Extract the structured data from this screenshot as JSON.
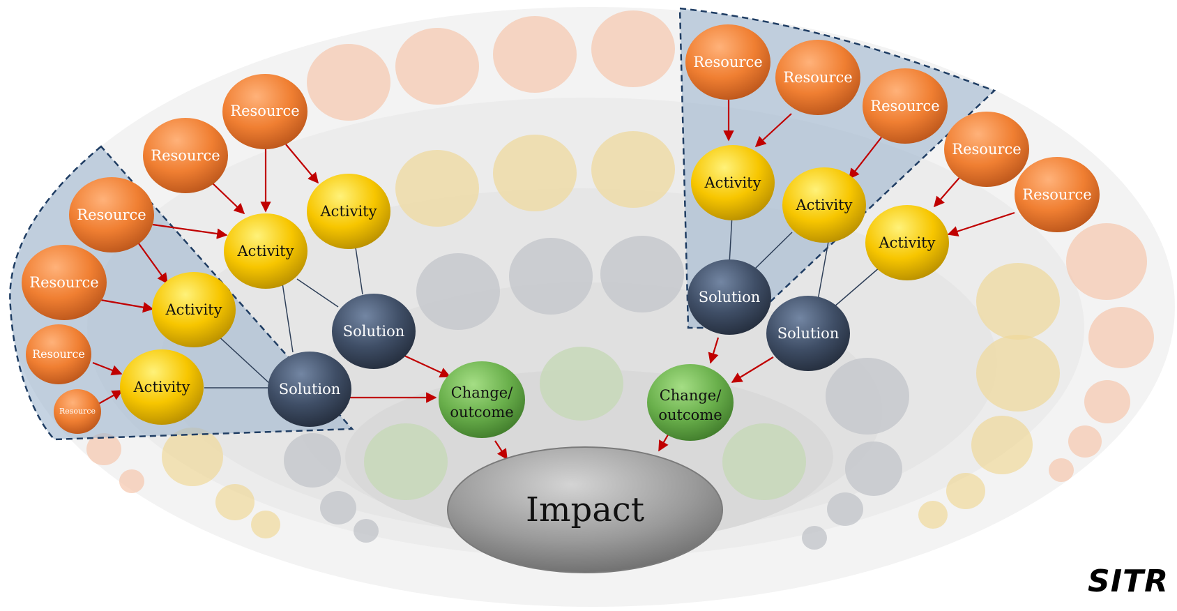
{
  "diagram": {
    "impact_label": "Impact",
    "brand": "SITR",
    "nodes": {
      "resource": "Resource",
      "activity": "Activity",
      "solution": "Solution",
      "change_line1": "Change/",
      "change_line2": "outcome"
    },
    "colors": {
      "resource": "#f07f32",
      "activity": "#f7c600",
      "solution": "#3f4e66",
      "change": "#6ab04c",
      "impact": "#9a9a9a",
      "arrow": "#c00000",
      "highlight": "#9eb6cf"
    }
  }
}
